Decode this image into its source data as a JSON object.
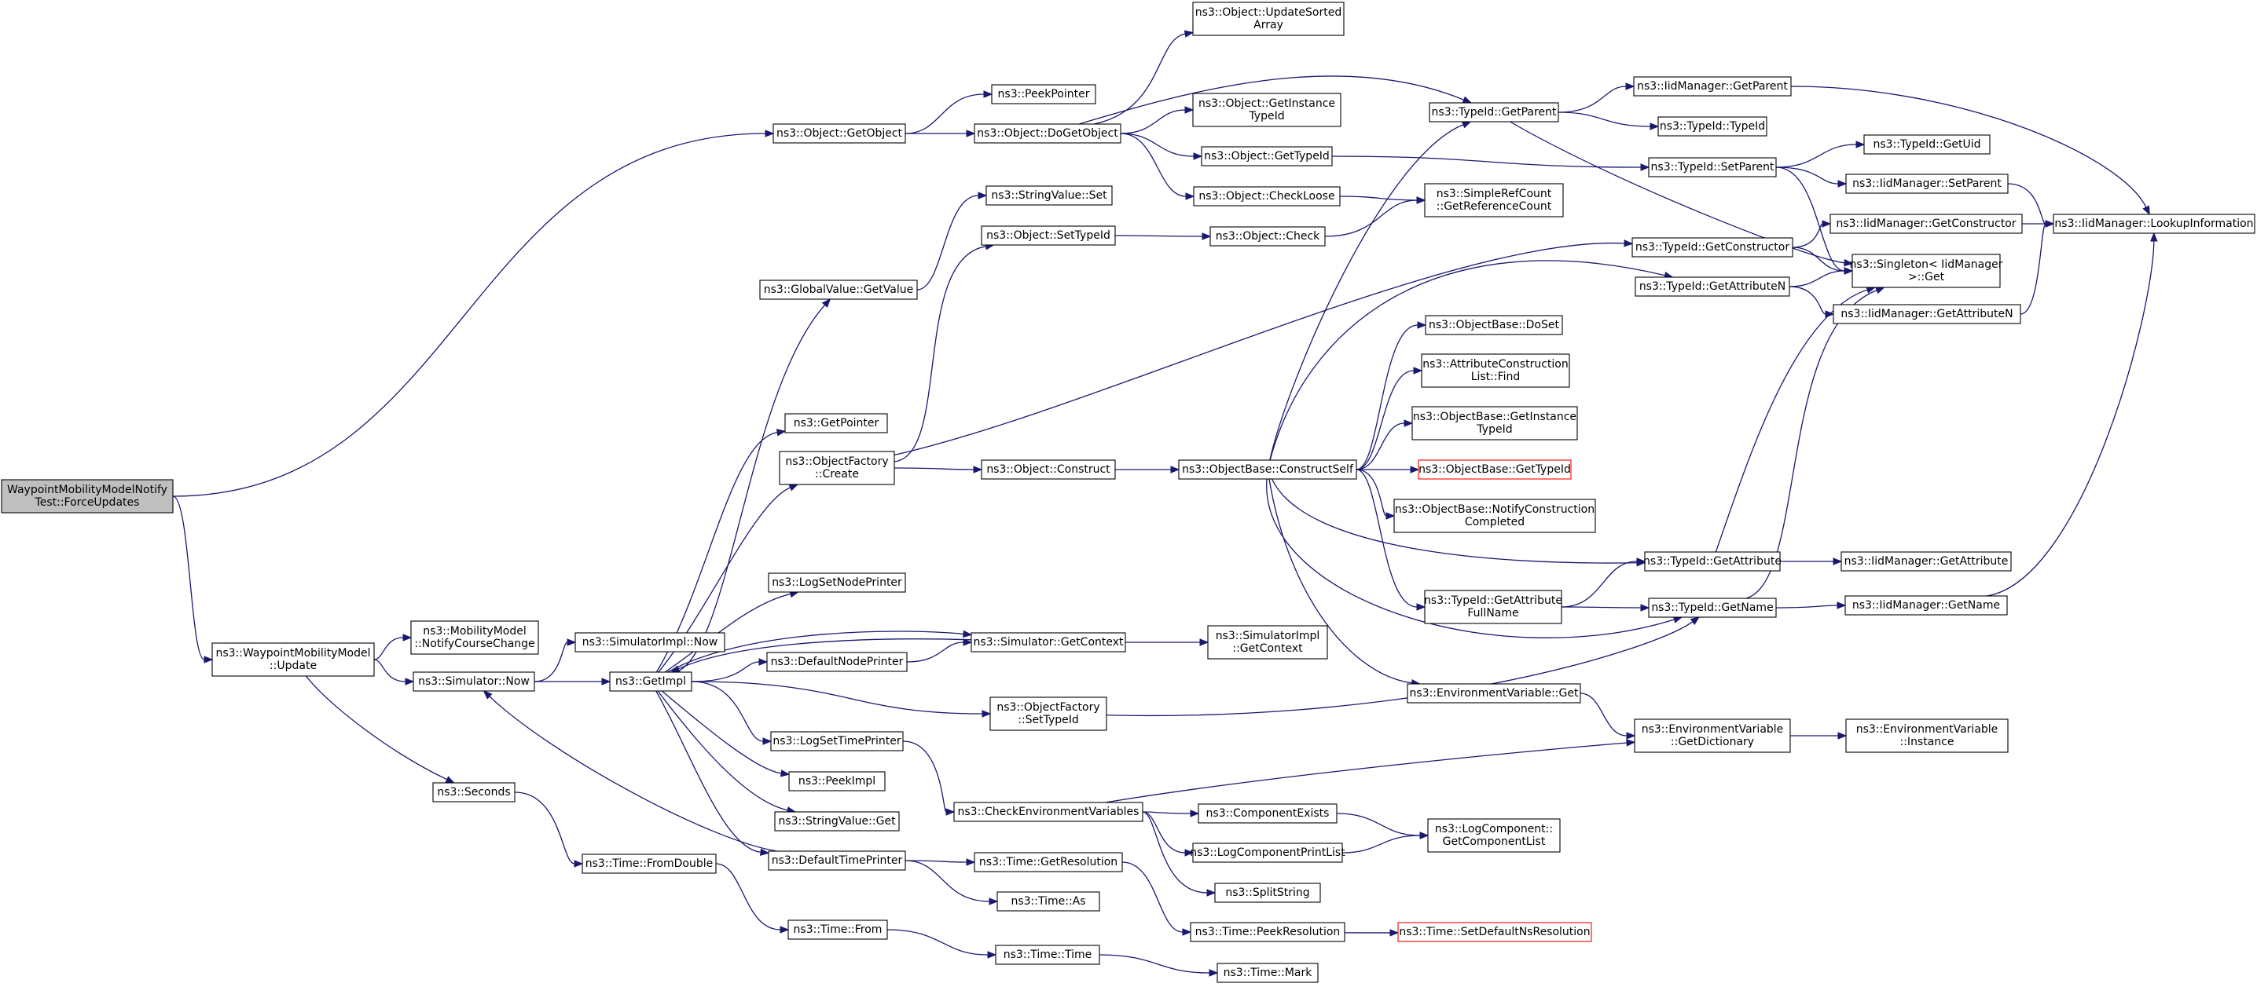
{
  "diagram": {
    "title": "",
    "nodes": [
      {
        "id": "root",
        "lines": [
          "WaypointMobilityModelNotify",
          "Test::ForceUpdates"
        ],
        "style": "root"
      },
      {
        "id": "wmm_update",
        "lines": [
          "ns3::WaypointMobilityModel",
          "::Update"
        ]
      },
      {
        "id": "obj_getobject",
        "lines": [
          "ns3::Object::GetObject"
        ]
      },
      {
        "id": "mm_notify",
        "lines": [
          "ns3::MobilityModel",
          "::NotifyCourseChange"
        ]
      },
      {
        "id": "sim_now",
        "lines": [
          "ns3::Simulator::Now"
        ]
      },
      {
        "id": "seconds",
        "lines": [
          "ns3::Seconds"
        ]
      },
      {
        "id": "peekpointer",
        "lines": [
          "ns3::PeekPointer"
        ]
      },
      {
        "id": "obj_dogetobject",
        "lines": [
          "ns3::Object::DoGetObject"
        ]
      },
      {
        "id": "simimpl_now",
        "lines": [
          "ns3::SimulatorImpl::Now"
        ]
      },
      {
        "id": "getimpl",
        "lines": [
          "ns3::GetImpl"
        ]
      },
      {
        "id": "time_fromdouble",
        "lines": [
          "ns3::Time::FromDouble"
        ]
      },
      {
        "id": "obj_updatesorted",
        "lines": [
          "ns3::Object::UpdateSorted",
          "Array"
        ]
      },
      {
        "id": "obj_getinstancetypeid",
        "lines": [
          "ns3::Object::GetInstance",
          "TypeId"
        ]
      },
      {
        "id": "obj_gettypeid",
        "lines": [
          "ns3::Object::GetTypeId"
        ]
      },
      {
        "id": "obj_checkloose",
        "lines": [
          "ns3::Object::CheckLoose"
        ]
      },
      {
        "id": "strval_set",
        "lines": [
          "ns3::StringValue::Set"
        ]
      },
      {
        "id": "gv_getvalue",
        "lines": [
          "ns3::GlobalValue::GetValue"
        ]
      },
      {
        "id": "getpointer",
        "lines": [
          "ns3::GetPointer"
        ]
      },
      {
        "id": "of_create",
        "lines": [
          "ns3::ObjectFactory",
          "::Create"
        ]
      },
      {
        "id": "logsetnodeprinter",
        "lines": [
          "ns3::LogSetNodePrinter"
        ]
      },
      {
        "id": "defaultnodeprinter",
        "lines": [
          "ns3::DefaultNodePrinter"
        ]
      },
      {
        "id": "logsettimeprinter",
        "lines": [
          "ns3::LogSetTimePrinter"
        ]
      },
      {
        "id": "peekimpl",
        "lines": [
          "ns3::PeekImpl"
        ]
      },
      {
        "id": "strval_get",
        "lines": [
          "ns3::StringValue::Get"
        ]
      },
      {
        "id": "defaulttimeprinter",
        "lines": [
          "ns3::DefaultTimePrinter"
        ]
      },
      {
        "id": "time_from",
        "lines": [
          "ns3::Time::From"
        ]
      },
      {
        "id": "obj_settypeid",
        "lines": [
          "ns3::Object::SetTypeId"
        ]
      },
      {
        "id": "obj_construct",
        "lines": [
          "ns3::Object::Construct"
        ]
      },
      {
        "id": "sim_getcontext",
        "lines": [
          "ns3::Simulator::GetContext"
        ]
      },
      {
        "id": "of_settypeid",
        "lines": [
          "ns3::ObjectFactory",
          "::SetTypeId"
        ]
      },
      {
        "id": "checkenvvars",
        "lines": [
          "ns3::CheckEnvironmentVariables"
        ]
      },
      {
        "id": "time_getresolution",
        "lines": [
          "ns3::Time::GetResolution"
        ]
      },
      {
        "id": "time_as",
        "lines": [
          "ns3::Time::As"
        ]
      },
      {
        "id": "time_time",
        "lines": [
          "ns3::Time::Time"
        ]
      },
      {
        "id": "obj_check",
        "lines": [
          "ns3::Object::Check"
        ]
      },
      {
        "id": "ob_constructself",
        "lines": [
          "ns3::ObjectBase::ConstructSelf"
        ]
      },
      {
        "id": "simimpl_getcontext",
        "lines": [
          "ns3::SimulatorImpl",
          "::GetContext"
        ]
      },
      {
        "id": "componentexists",
        "lines": [
          "ns3::ComponentExists"
        ]
      },
      {
        "id": "logcomponentprintlist",
        "lines": [
          "ns3::LogComponentPrintList"
        ]
      },
      {
        "id": "splitstring",
        "lines": [
          "ns3::SplitString"
        ]
      },
      {
        "id": "time_peekresolution",
        "lines": [
          "ns3::Time::PeekResolution"
        ]
      },
      {
        "id": "time_mark",
        "lines": [
          "ns3::Time::Mark"
        ]
      },
      {
        "id": "tid_getparent",
        "lines": [
          "ns3::TypeId::GetParent"
        ]
      },
      {
        "id": "src_getrefcount",
        "lines": [
          "ns3::SimpleRefCount",
          "::GetReferenceCount"
        ]
      },
      {
        "id": "ob_doset",
        "lines": [
          "ns3::ObjectBase::DoSet"
        ]
      },
      {
        "id": "acl_find",
        "lines": [
          "ns3::AttributeConstruction",
          "List::Find"
        ]
      },
      {
        "id": "ob_getinstancetypeid",
        "lines": [
          "ns3::ObjectBase::GetInstance",
          "TypeId"
        ]
      },
      {
        "id": "ob_gettypeid",
        "lines": [
          "ns3::ObjectBase::GetTypeId"
        ],
        "style": "red"
      },
      {
        "id": "ob_notifyconstruction",
        "lines": [
          "ns3::ObjectBase::NotifyConstruction",
          "Completed"
        ]
      },
      {
        "id": "tid_getattributefullname",
        "lines": [
          "ns3::TypeId::GetAttribute",
          "FullName"
        ]
      },
      {
        "id": "envvar_get",
        "lines": [
          "ns3::EnvironmentVariable::Get"
        ]
      },
      {
        "id": "logcomponent_getlist",
        "lines": [
          "ns3::LogComponent::",
          "GetComponentList"
        ]
      },
      {
        "id": "time_setdefaultns",
        "lines": [
          "ns3::Time::SetDefaultNsResolution"
        ],
        "style": "red"
      },
      {
        "id": "iidm_getparent",
        "lines": [
          "ns3::IidManager::GetParent"
        ]
      },
      {
        "id": "tid_typeid",
        "lines": [
          "ns3::TypeId::TypeId"
        ]
      },
      {
        "id": "tid_setparent",
        "lines": [
          "ns3::TypeId::SetParent"
        ]
      },
      {
        "id": "tid_getconstructor",
        "lines": [
          "ns3::TypeId::GetConstructor"
        ]
      },
      {
        "id": "tid_getattributen",
        "lines": [
          "ns3::TypeId::GetAttributeN"
        ]
      },
      {
        "id": "tid_getattribute",
        "lines": [
          "ns3::TypeId::GetAttribute"
        ]
      },
      {
        "id": "tid_getname",
        "lines": [
          "ns3::TypeId::GetName"
        ]
      },
      {
        "id": "envvar_getdictionary",
        "lines": [
          "ns3::EnvironmentVariable",
          "::GetDictionary"
        ]
      },
      {
        "id": "tid_getuid",
        "lines": [
          "ns3::TypeId::GetUid"
        ]
      },
      {
        "id": "iidm_setparent",
        "lines": [
          "ns3::IidManager::SetParent"
        ]
      },
      {
        "id": "iidm_getconstructor",
        "lines": [
          "ns3::IidManager::GetConstructor"
        ]
      },
      {
        "id": "singleton_get",
        "lines": [
          "ns3::Singleton< IidManager",
          " >::Get"
        ]
      },
      {
        "id": "iidm_getattributen",
        "lines": [
          "ns3::IidManager::GetAttributeN"
        ]
      },
      {
        "id": "iidm_getattribute",
        "lines": [
          "ns3::IidManager::GetAttribute"
        ]
      },
      {
        "id": "iidm_getname",
        "lines": [
          "ns3::IidManager::GetName"
        ]
      },
      {
        "id": "envvar_instance",
        "lines": [
          "ns3::EnvironmentVariable",
          "::Instance"
        ]
      },
      {
        "id": "iidm_lookupinfo",
        "lines": [
          "ns3::IidManager::LookupInformation"
        ]
      }
    ],
    "edges": [
      [
        "root",
        "obj_getobject"
      ],
      [
        "root",
        "wmm_update"
      ],
      [
        "wmm_update",
        "mm_notify"
      ],
      [
        "wmm_update",
        "sim_now"
      ],
      [
        "wmm_update",
        "seconds"
      ],
      [
        "obj_getobject",
        "peekpointer"
      ],
      [
        "obj_getobject",
        "obj_dogetobject"
      ],
      [
        "obj_dogetobject",
        "obj_updatesorted"
      ],
      [
        "obj_dogetobject",
        "tid_getparent"
      ],
      [
        "obj_dogetobject",
        "obj_getinstancetypeid"
      ],
      [
        "obj_dogetobject",
        "obj_gettypeid"
      ],
      [
        "obj_dogetobject",
        "obj_checkloose"
      ],
      [
        "sim_now",
        "simimpl_now"
      ],
      [
        "sim_now",
        "getimpl"
      ],
      [
        "seconds",
        "time_fromdouble"
      ],
      [
        "time_fromdouble",
        "time_from"
      ],
      [
        "time_from",
        "time_time"
      ],
      [
        "time_time",
        "time_mark"
      ],
      [
        "getimpl",
        "gv_getvalue"
      ],
      [
        "getimpl",
        "getpointer"
      ],
      [
        "getimpl",
        "of_create"
      ],
      [
        "getimpl",
        "logsetnodeprinter"
      ],
      [
        "getimpl",
        "defaultnodeprinter"
      ],
      [
        "getimpl",
        "sim_getcontext"
      ],
      [
        "getimpl",
        "of_settypeid"
      ],
      [
        "getimpl",
        "logsettimeprinter"
      ],
      [
        "getimpl",
        "peekimpl"
      ],
      [
        "getimpl",
        "strval_get"
      ],
      [
        "getimpl",
        "defaulttimeprinter"
      ],
      [
        "gv_getvalue",
        "strval_set"
      ],
      [
        "of_create",
        "obj_settypeid"
      ],
      [
        "of_create",
        "obj_construct"
      ],
      [
        "of_create",
        "tid_getconstructor"
      ],
      [
        "defaultnodeprinter",
        "sim_getcontext"
      ],
      [
        "sim_getcontext",
        "getimpl"
      ],
      [
        "sim_getcontext",
        "simimpl_getcontext"
      ],
      [
        "logsettimeprinter",
        "checkenvvars"
      ],
      [
        "defaulttimeprinter",
        "sim_now"
      ],
      [
        "defaulttimeprinter",
        "time_getresolution"
      ],
      [
        "defaulttimeprinter",
        "time_as"
      ],
      [
        "time_getresolution",
        "time_peekresolution"
      ],
      [
        "time_peekresolution",
        "time_setdefaultns"
      ],
      [
        "obj_settypeid",
        "obj_check"
      ],
      [
        "obj_check",
        "src_getrefcount"
      ],
      [
        "obj_checkloose",
        "src_getrefcount"
      ],
      [
        "obj_gettypeid",
        "tid_setparent"
      ],
      [
        "obj_construct",
        "ob_constructself"
      ],
      [
        "of_settypeid",
        "tid_getname"
      ],
      [
        "checkenvvars",
        "envvar_getdictionary"
      ],
      [
        "checkenvvars",
        "componentexists"
      ],
      [
        "checkenvvars",
        "logcomponentprintlist"
      ],
      [
        "checkenvvars",
        "splitstring"
      ],
      [
        "componentexists",
        "logcomponent_getlist"
      ],
      [
        "logcomponentprintlist",
        "logcomponent_getlist"
      ],
      [
        "ob_constructself",
        "tid_getparent"
      ],
      [
        "ob_constructself",
        "tid_getattributen"
      ],
      [
        "ob_constructself",
        "ob_doset"
      ],
      [
        "ob_constructself",
        "acl_find"
      ],
      [
        "ob_constructself",
        "ob_getinstancetypeid"
      ],
      [
        "ob_constructself",
        "ob_gettypeid"
      ],
      [
        "ob_constructself",
        "ob_notifyconstruction"
      ],
      [
        "ob_constructself",
        "tid_getattribute"
      ],
      [
        "ob_constructself",
        "tid_getattributefullname"
      ],
      [
        "ob_constructself",
        "tid_getname"
      ],
      [
        "ob_constructself",
        "envvar_get"
      ],
      [
        "tid_getattributefullname",
        "tid_getattribute"
      ],
      [
        "tid_getattributefullname",
        "tid_getname"
      ],
      [
        "envvar_get",
        "envvar_getdictionary"
      ],
      [
        "envvar_getdictionary",
        "envvar_instance"
      ],
      [
        "tid_getparent",
        "iidm_getparent"
      ],
      [
        "tid_getparent",
        "tid_typeid"
      ],
      [
        "tid_getparent",
        "singleton_get"
      ],
      [
        "tid_setparent",
        "tid_getuid"
      ],
      [
        "tid_setparent",
        "iidm_setparent"
      ],
      [
        "tid_setparent",
        "singleton_get"
      ],
      [
        "tid_getconstructor",
        "iidm_getconstructor"
      ],
      [
        "tid_getconstructor",
        "singleton_get"
      ],
      [
        "tid_getattributen",
        "singleton_get"
      ],
      [
        "tid_getattributen",
        "iidm_getattributen"
      ],
      [
        "tid_getattribute",
        "singleton_get"
      ],
      [
        "tid_getattribute",
        "iidm_getattribute"
      ],
      [
        "tid_getname",
        "singleton_get"
      ],
      [
        "tid_getname",
        "iidm_getname"
      ],
      [
        "iidm_getparent",
        "iidm_lookupinfo"
      ],
      [
        "iidm_setparent",
        "iidm_lookupinfo"
      ],
      [
        "iidm_getconstructor",
        "iidm_lookupinfo"
      ],
      [
        "iidm_getattributen",
        "iidm_lookupinfo"
      ],
      [
        "iidm_getname",
        "iidm_lookupinfo"
      ]
    ]
  }
}
